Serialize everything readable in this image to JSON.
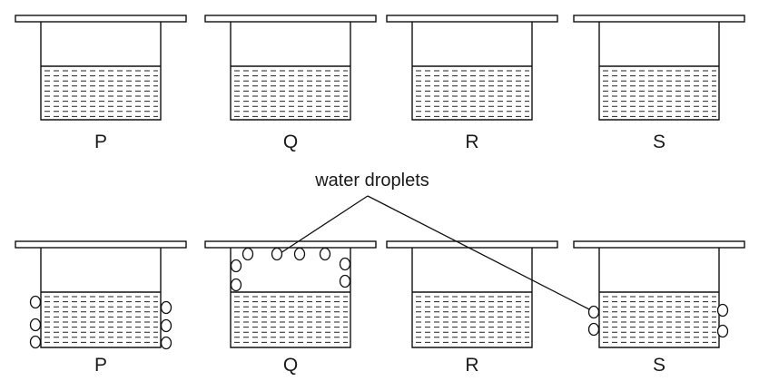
{
  "diagram": {
    "callout": {
      "text": "water droplets"
    },
    "rows": [
      {
        "beakers": [
          {
            "label": "P",
            "droplets": []
          },
          {
            "label": "Q",
            "droplets": []
          },
          {
            "label": "R",
            "droplets": []
          },
          {
            "label": "S",
            "droplets": []
          }
        ]
      },
      {
        "beakers": [
          {
            "label": "P",
            "droplets": [
              "outside-left",
              "outside-right"
            ]
          },
          {
            "label": "Q",
            "droplets": [
              "inside-above-water"
            ]
          },
          {
            "label": "R",
            "droplets": []
          },
          {
            "label": "S",
            "droplets": [
              "outside-left",
              "outside-right"
            ]
          }
        ]
      }
    ]
  }
}
